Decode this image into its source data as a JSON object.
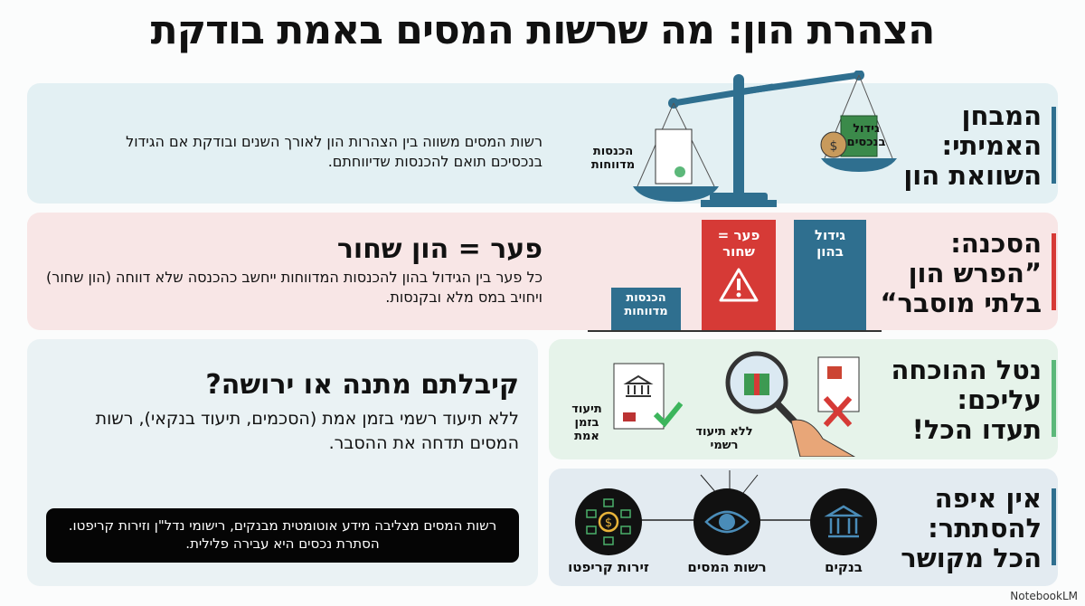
{
  "title": "הצהרת הון: מה שרשות המסים באמת בודקת",
  "colors": {
    "blue": "#2f6f8f",
    "red": "#d63a36",
    "green": "#5cb87a",
    "panel_blue": "#e3f0f3",
    "panel_pink": "#f8e6e6",
    "panel_green": "#e6f3ea",
    "panel_gray": "#e3ebf1"
  },
  "section1": {
    "heading": [
      "המבחן",
      "האמיתי:",
      "השוואת הון"
    ],
    "body": "רשות המסים משווה בין הצהרות הון לאורך השנים ובודקת אם הגידול בנכסיכם תואם להכנסות שדיווחתם.",
    "label_left": "הכנסות מדווחות",
    "label_right": "גידול בנכסים"
  },
  "section2": {
    "heading": [
      "הסכנה:",
      "”הפרש הון",
      "בלתי מוסבר“"
    ],
    "headline": "פער = הון שחור",
    "body": "כל פער בין הגידול בהון להכנסות המדווחות ייחשב כהכנסה שלא דווחה (הון שחור) ויחויב במס מלא ובקנסות.",
    "bars": [
      {
        "label": "הכנסות מדווחות",
        "color": "#2f6f8f",
        "relative": 0.4
      },
      {
        "label": "פער = שחור",
        "color": "#d63a36",
        "relative": 1.0,
        "icon": "warning-icon"
      },
      {
        "label": "גידול בהון",
        "color": "#2f6f8f",
        "relative": 1.0
      }
    ]
  },
  "section3": {
    "heading": [
      "נטל ההוכחה",
      "עליכם:",
      "תעדו הכל!"
    ],
    "label_official": "תיעוד בזמן אמת",
    "label_no_doc": "ללא תיעוד רשמי"
  },
  "section4": {
    "heading": [
      "אין איפה",
      "להסתתר:",
      "הכל מקושר"
    ],
    "nodes": [
      "בנקים",
      "רשות המסים",
      "זירות קריפטו"
    ]
  },
  "side": {
    "headline": "קיבלתם מתנה או ירושה?",
    "body": "ללא תיעוד רשמי בזמן אמת (הסכמים, תיעוד בנקאי), רשות המסים תדחה את ההסבר.",
    "note": "רשות המסים מצליבה מידע אוטומטית מבנקים, רישומי נדל\"ן וזירות קריפטו. הסתרת נכסים היא עבירה פלילית."
  },
  "brand": "NotebookLM"
}
